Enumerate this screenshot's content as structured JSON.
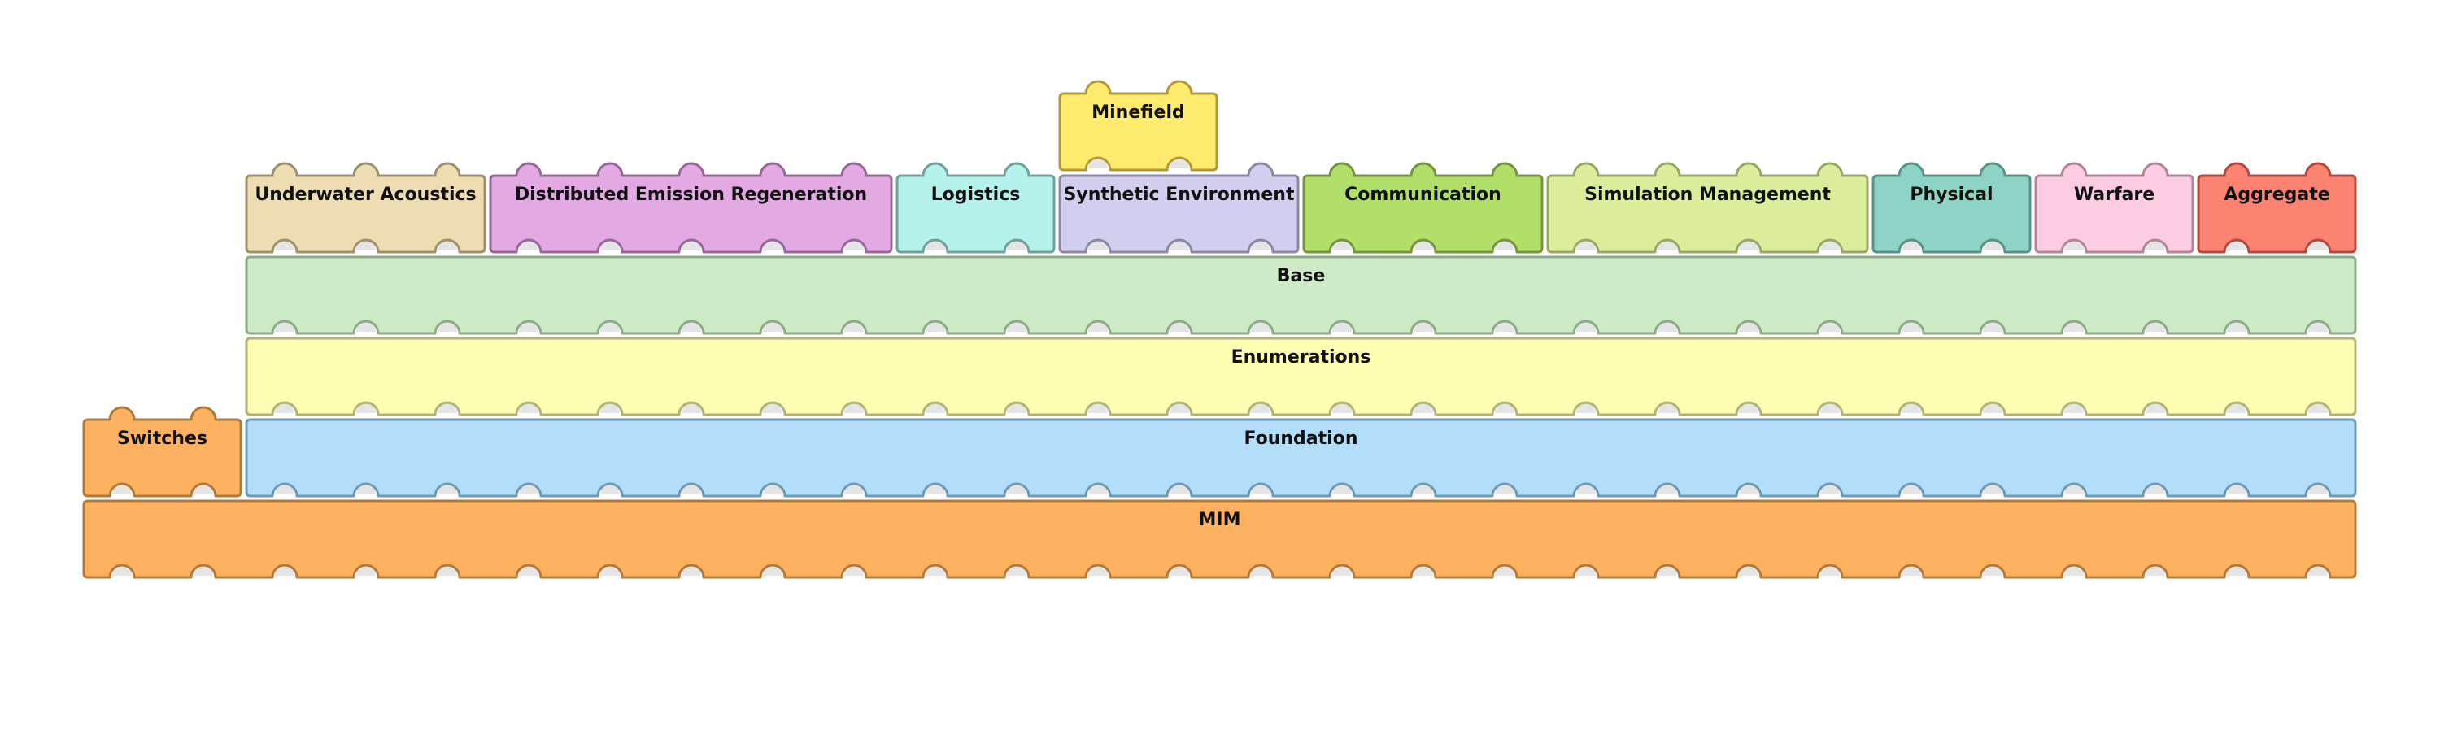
{
  "blocks": [
    {
      "key": "minefield",
      "label": "Minefield",
      "fill": "#FFEB6E",
      "stroke": "#B29A35"
    },
    {
      "key": "underwater-acoustics",
      "label": "Underwater Acoustics",
      "fill": "#EEDDB2",
      "stroke": "#A0916D"
    },
    {
      "key": "distributed-emission-regeneration",
      "label": "Distributed Emission Regeneration",
      "fill": "#E2A9E2",
      "stroke": "#97699A"
    },
    {
      "key": "logistics",
      "label": "Logistics",
      "fill": "#B4F2EB",
      "stroke": "#72A09A"
    },
    {
      "key": "synthetic-environment",
      "label": "Synthetic Environment",
      "fill": "#D2CEEE",
      "stroke": "#8C88A8"
    },
    {
      "key": "communication",
      "label": "Communication",
      "fill": "#B2DE6A",
      "stroke": "#74963F"
    },
    {
      "key": "simulation-management",
      "label": "Simulation Management",
      "fill": "#DCEE9B",
      "stroke": "#98A866"
    },
    {
      "key": "physical",
      "label": "Physical",
      "fill": "#8ED4C6",
      "stroke": "#5A9284"
    },
    {
      "key": "warfare",
      "label": "Warfare",
      "fill": "#FCCCE2",
      "stroke": "#B28699"
    },
    {
      "key": "aggregate",
      "label": "Aggregate",
      "fill": "#FC8272",
      "stroke": "#B04A3E"
    },
    {
      "key": "base",
      "label": "Base",
      "fill": "#CDEBC6",
      "stroke": "#8DAB86"
    },
    {
      "key": "enumerations",
      "label": "Enumerations",
      "fill": "#FEFEB2",
      "stroke": "#B2B27A"
    },
    {
      "key": "switches",
      "label": "Switches",
      "fill": "#FCB260",
      "stroke": "#B27A38"
    },
    {
      "key": "foundation",
      "label": "Foundation",
      "fill": "#B2DEFA",
      "stroke": "#6E9AB4"
    },
    {
      "key": "mim",
      "label": "MIM",
      "fill": "#FCB260",
      "stroke": "#B27A38"
    }
  ]
}
